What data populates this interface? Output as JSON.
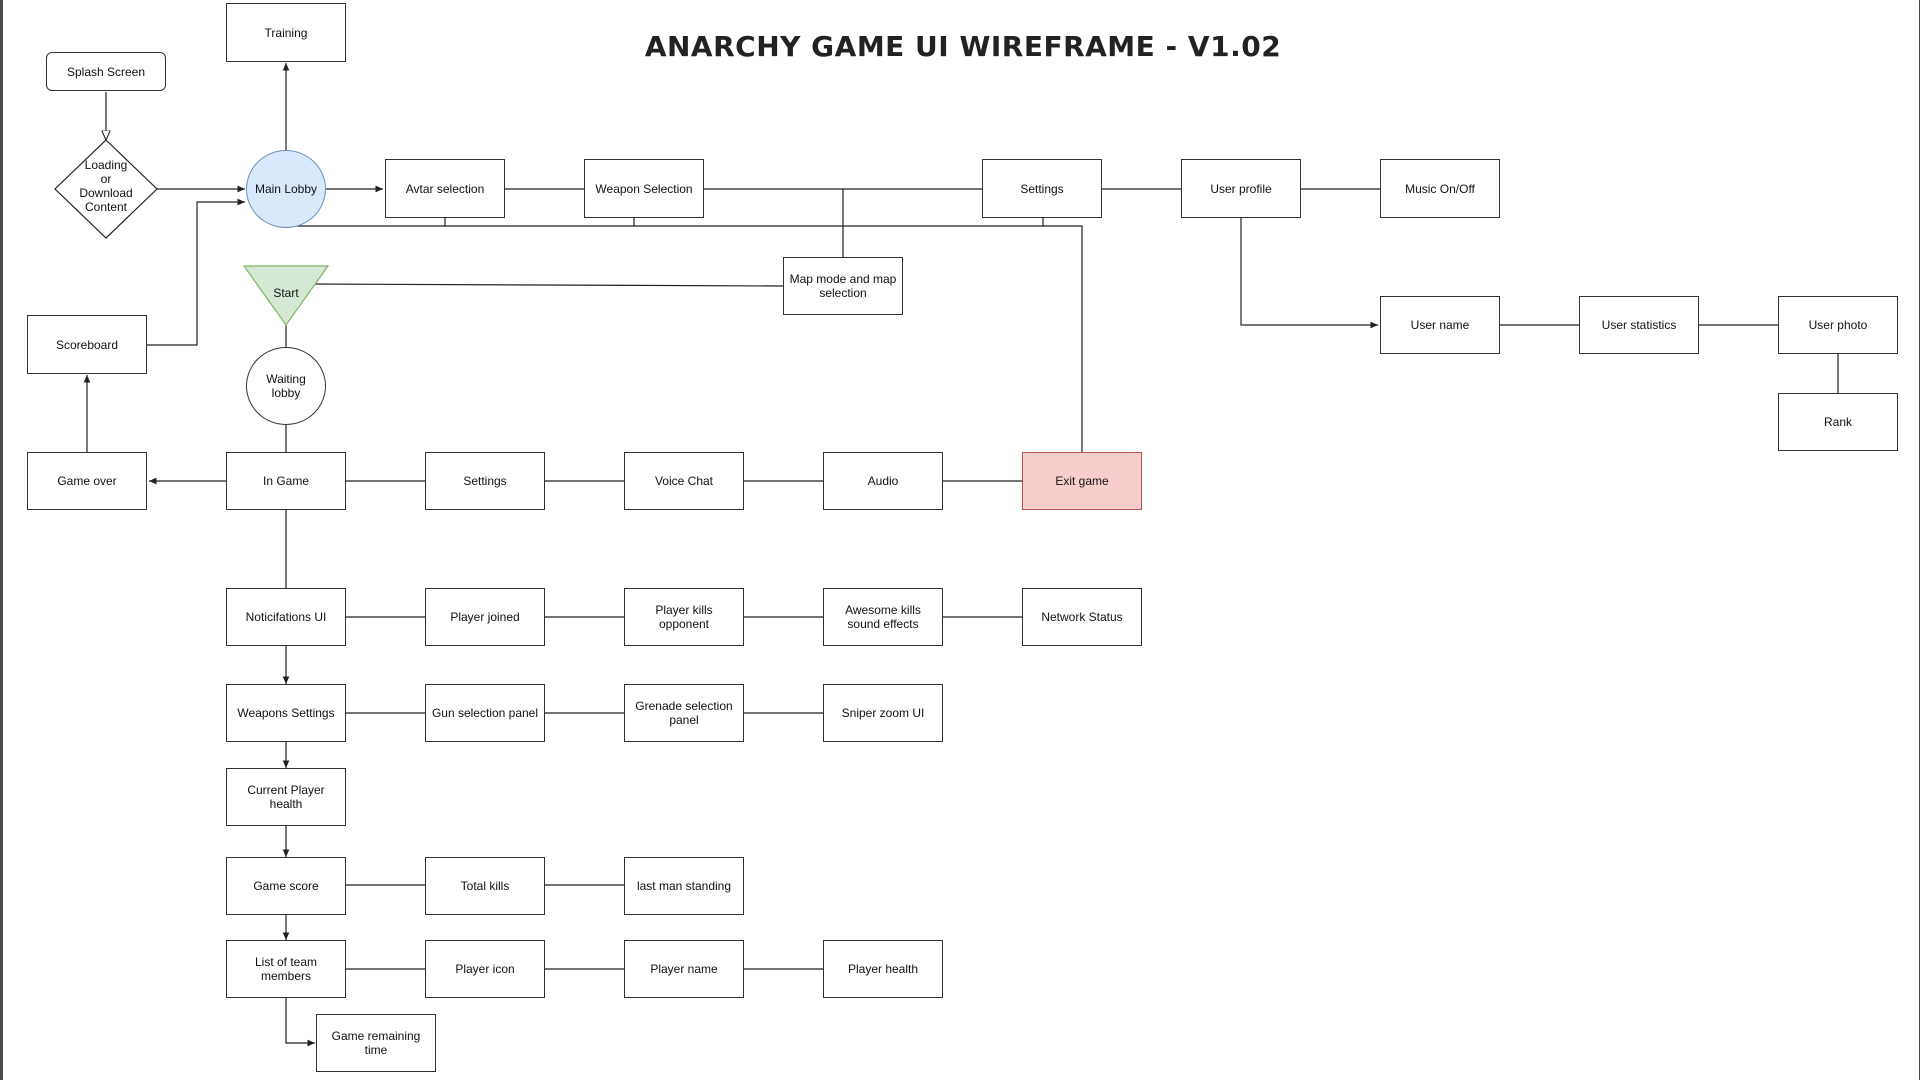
{
  "title": "ANARCHY GAME UI WIREFRAME - V1.02",
  "colors": {
    "lobby_fill": "#dae8fc",
    "lobby_stroke": "#6c8ebf",
    "start_fill": "#d5e8d4",
    "start_stroke": "#82b366",
    "exit_fill": "#f8cecc",
    "exit_stroke": "#b85450"
  },
  "nodes": {
    "splash": "Splash Screen",
    "loading": "Loading\nor\nDownload\nContent",
    "training": "Training",
    "main_lobby": "Main Lobby",
    "avatar_selection": "Avtar selection",
    "weapon_selection": "Weapon Selection",
    "settings_top": "Settings",
    "user_profile": "User profile",
    "music": "Music On/Off",
    "map_mode": "Map mode and map selection",
    "start": "Start",
    "scoreboard": "Scoreboard",
    "waiting_lobby": "Waiting lobby",
    "user_name": "User name",
    "user_statistics": "User statistics",
    "user_photo": "User photo",
    "rank": "Rank",
    "game_over": "Game over",
    "in_game": "In Game",
    "settings_game": "Settings",
    "voice_chat": "Voice Chat",
    "audio": "Audio",
    "exit_game": "Exit game",
    "notifications": "Noticifations UI",
    "player_joined": "Player joined",
    "player_kills": "Player kills opponent",
    "awesome_kills": "Awesome kills sound effects",
    "network_status": "Network Status",
    "weapons_settings": "Weapons Settings",
    "gun_selection": "Gun selection panel",
    "grenade_selection": "Grenade selection panel",
    "sniper_zoom": "Sniper zoom UI",
    "current_health": "Current Player health",
    "game_score": "Game score",
    "total_kills": "Total kills",
    "last_man": "last man standing",
    "team_members": "List of team members",
    "player_icon": "Player icon",
    "player_name": "Player name",
    "player_health": "Player health",
    "remaining_time": "Game remaining time"
  }
}
